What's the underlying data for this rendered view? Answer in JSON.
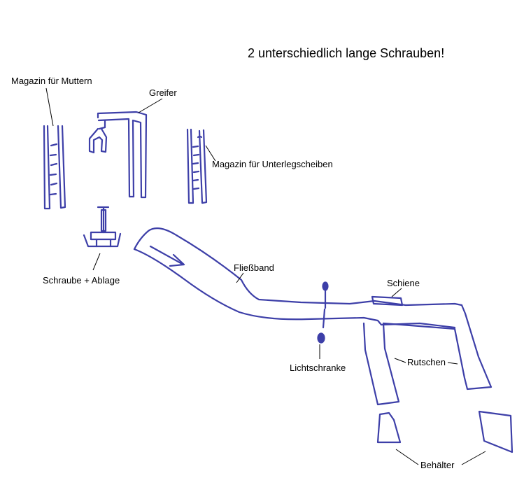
{
  "diagram": {
    "title": "2 unterschiedlich lange Schrauben!",
    "labels": {
      "nut_magazine": "Magazin für Muttern",
      "gripper": "Greifer",
      "washer_magazine": "Magazin für Unterlegscheiben",
      "screw_tray": "Schraube + Ablage",
      "conveyor": "Fließband",
      "rail": "Schiene",
      "light_barrier": "Lichtschranke",
      "chutes": "Rutschen",
      "containers": "Behälter"
    }
  },
  "colors": {
    "ink": "#3d3fa8",
    "text": "#000000",
    "background": "#ffffff"
  },
  "icons": {
    "conveyor_direction": "arrow-right-icon"
  }
}
